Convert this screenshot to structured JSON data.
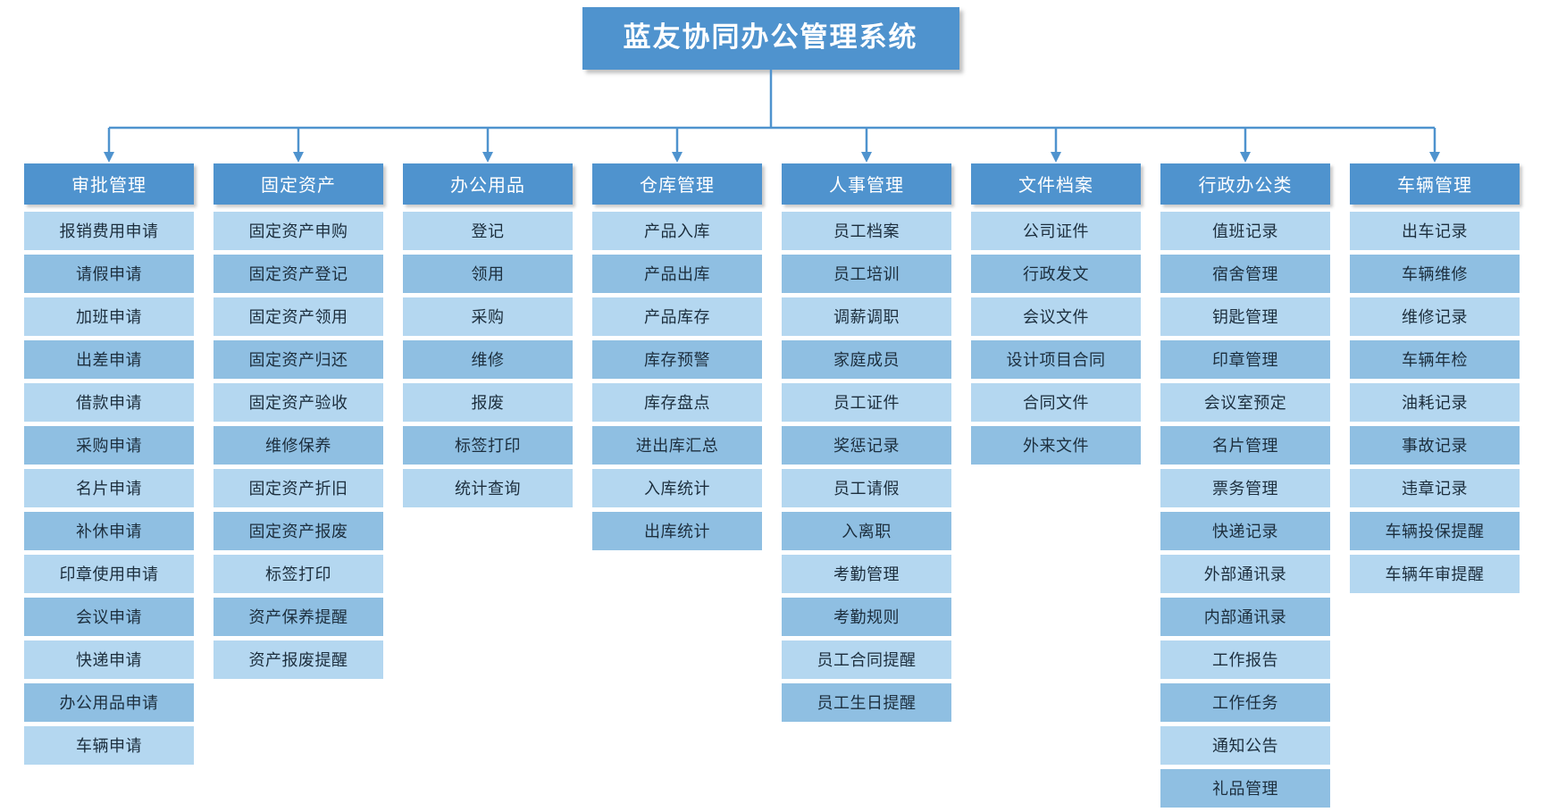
{
  "root": {
    "title": "蓝友协同办公管理系统"
  },
  "theme": {
    "header_bg": "#4f93ce",
    "header_text": "#ffffff",
    "item_bg_light": "#b4d7f0",
    "item_bg_dark": "#8fbfe2",
    "item_text": "#1c2e3d",
    "connector_color": "#4f93ce",
    "page_bg": "#ffffff"
  },
  "columns": [
    {
      "header": "审批管理",
      "items": [
        "报销费用申请",
        "请假申请",
        "加班申请",
        "出差申请",
        "借款申请",
        "采购申请",
        "名片申请",
        "补休申请",
        "印章使用申请",
        "会议申请",
        "快递申请",
        "办公用品申请",
        "车辆申请"
      ]
    },
    {
      "header": "固定资产",
      "items": [
        "固定资产申购",
        "固定资产登记",
        "固定资产领用",
        "固定资产归还",
        "固定资产验收",
        "维修保养",
        "固定资产折旧",
        "固定资产报废",
        "标签打印",
        "资产保养提醒",
        "资产报废提醒"
      ]
    },
    {
      "header": "办公用品",
      "items": [
        "登记",
        "领用",
        "采购",
        "维修",
        "报废",
        "标签打印",
        "统计查询"
      ]
    },
    {
      "header": "仓库管理",
      "items": [
        "产品入库",
        "产品出库",
        "产品库存",
        "库存预警",
        "库存盘点",
        "进出库汇总",
        "入库统计",
        "出库统计"
      ]
    },
    {
      "header": "人事管理",
      "items": [
        "员工档案",
        "员工培训",
        "调薪调职",
        "家庭成员",
        "员工证件",
        "奖惩记录",
        "员工请假",
        "入离职",
        "考勤管理",
        "考勤规则",
        "员工合同提醒",
        "员工生日提醒"
      ]
    },
    {
      "header": "文件档案",
      "items": [
        "公司证件",
        "行政发文",
        "会议文件",
        "设计项目合同",
        "合同文件",
        "外来文件"
      ]
    },
    {
      "header": "行政办公类",
      "items": [
        "值班记录",
        "宿舍管理",
        "钥匙管理",
        "印章管理",
        "会议室预定",
        "名片管理",
        "票务管理",
        "快递记录",
        "外部通讯录",
        "内部通讯录",
        "工作报告",
        "工作任务",
        "通知公告",
        "礼品管理"
      ]
    },
    {
      "header": "车辆管理",
      "items": [
        "出车记录",
        "车辆维修",
        "维修记录",
        "车辆年检",
        "油耗记录",
        "事故记录",
        "违章记录",
        "车辆投保提醒",
        "车辆年审提醒"
      ]
    }
  ]
}
